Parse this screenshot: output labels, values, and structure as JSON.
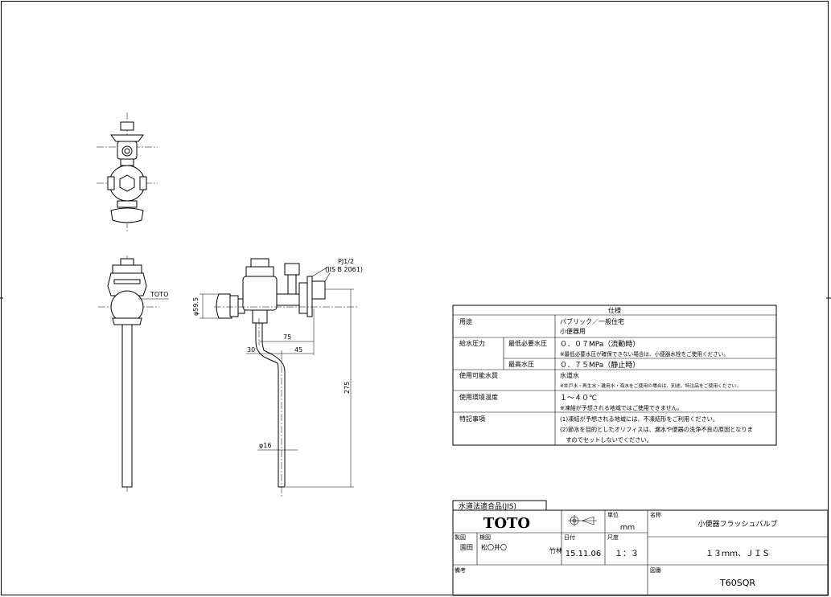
{
  "drawing_annotations": {
    "pj_thread": "PJ1/2",
    "jis_ref": "(JIS B 2061)",
    "brand_mark": "TOTO",
    "dim_phi_59_5": "φ59.5",
    "dim_75": "75",
    "dim_30": "30",
    "dim_45": "45",
    "dim_275": "275",
    "dim_phi_16": "φ16"
  },
  "spec_table": {
    "header": "仕様",
    "rows": [
      {
        "label": "用途",
        "sub": "",
        "lines": [
          "パブリック／一般住宅",
          "小便器用"
        ]
      },
      {
        "label": "給水圧力",
        "sub": "最低必要水圧",
        "lines": [
          "０．０７MPa（流動時）",
          "※最低必要水圧が確保できない場合は、小便器水栓をご使用ください。"
        ]
      },
      {
        "label": "",
        "sub": "最高水圧",
        "lines": [
          "０．７５MPa（静止時）"
        ]
      },
      {
        "label": "使用可能水質",
        "sub": "",
        "lines": [
          "水道水",
          "※井戸水・再生水・雑用水・海水をご使用の場合は、別途、特注品をご使用ください。"
        ]
      },
      {
        "label": "使用環境温度",
        "sub": "",
        "lines": [
          "１〜４０℃",
          "※凍結が予想される地域ではご使用できません。"
        ]
      },
      {
        "label": "特記事項",
        "sub": "",
        "lines": [
          "(1)凍結が予想される地域には、不凍結形をご利用ください。",
          "(2)節水を目的としたオリフィスは、漏水や便器の洗浄不良の原因となりま",
          "　すのでセットしないでください。"
        ]
      }
    ]
  },
  "title_block": {
    "jis_tab": "水道法適合品(JIS)",
    "logo": "TOTO",
    "unit_label": "単位",
    "unit_value": "ｍｍ",
    "name_label": "名称",
    "name_value": "小便器フラッシュバルブ",
    "spec_value": "１３ｍｍ、ＪＩＳ",
    "drawn_label": "製図",
    "drawn_by": "園田",
    "check_label": "検図",
    "checked_by": "松〇井〇",
    "approved_by": "竹林",
    "date_label": "日付",
    "date_value": "15.11.06",
    "scale_label": "尺度",
    "scale_value": "１：３",
    "remarks_label": "備考",
    "number_label": "図番",
    "number_value": "T60SQR"
  }
}
